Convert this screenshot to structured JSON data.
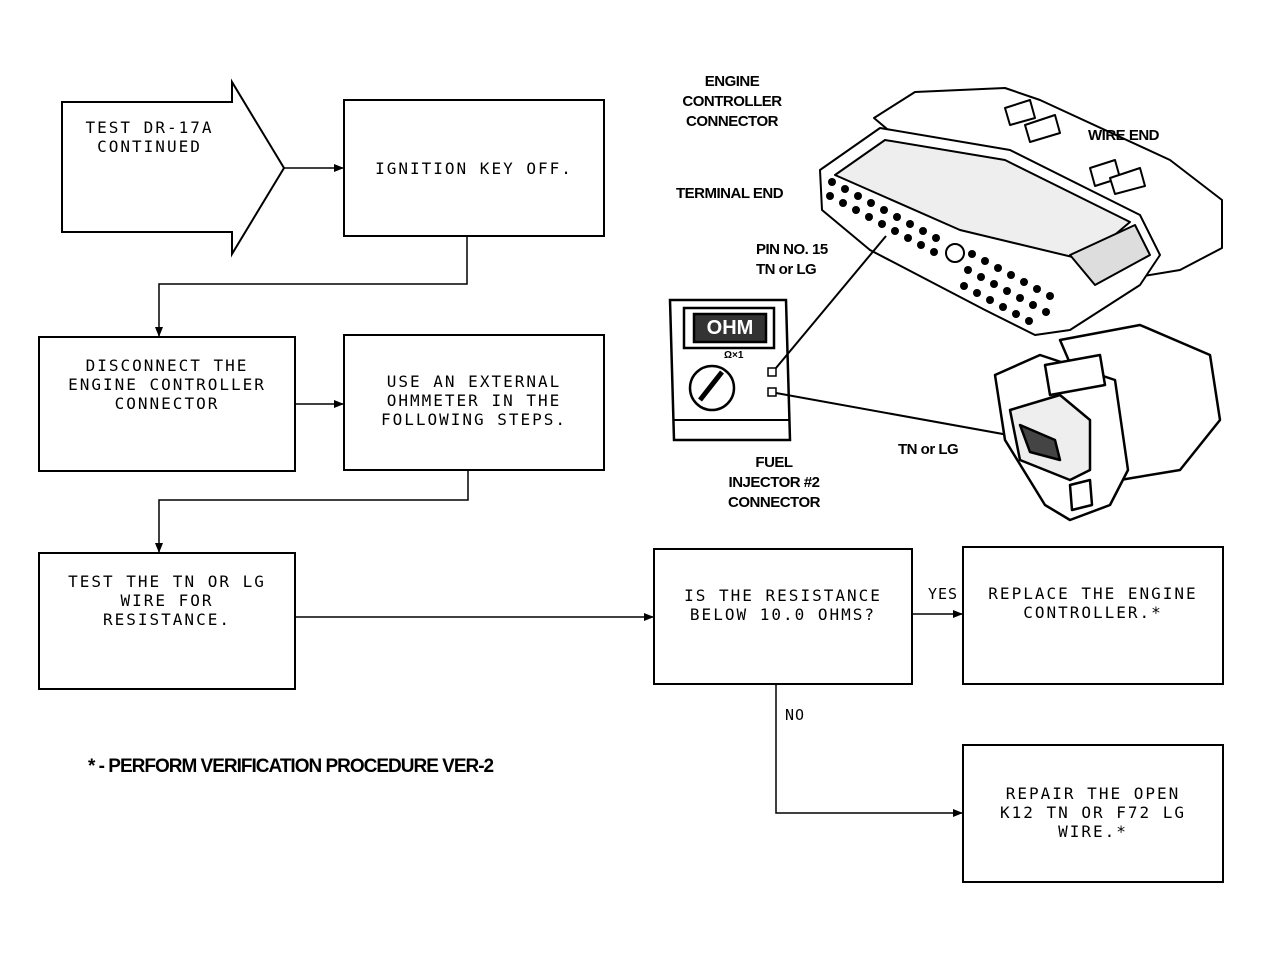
{
  "start": {
    "text": "TEST DR-17A\nCONTINUED"
  },
  "steps": {
    "ignition": "IGNITION KEY OFF.",
    "disconnect": "DISCONNECT THE\nENGINE CONTROLLER\nCONNECTOR",
    "ohmmeter": "USE AN EXTERNAL\nOHMMETER IN THE\nFOLLOWING STEPS.",
    "test_wire": "TEST THE TN OR LG\nWIRE FOR\nRESISTANCE.",
    "question": "IS THE RESISTANCE\nBELOW 10.0 OHMS?",
    "replace": "REPLACE THE ENGINE\nCONTROLLER.*",
    "repair": "REPAIR THE OPEN\nK12 TN OR F72 LG\nWIRE.*"
  },
  "branches": {
    "yes": "YES",
    "no": "NO"
  },
  "illustration": {
    "engine_controller_connector": "ENGINE\nCONTROLLER\nCONNECTOR",
    "wire_end": "WIRE END",
    "terminal_end": "TERMINAL END",
    "pin": "PIN NO. 15\nTN or LG",
    "meter_display": "OHM",
    "meter_range": "Ω×1",
    "tn_or_lg": "TN or LG",
    "fuel_injector_connector": "FUEL\nINJECTOR #2\nCONNECTOR"
  },
  "footnote": "* - PERFORM VERIFICATION PROCEDURE VER-2"
}
